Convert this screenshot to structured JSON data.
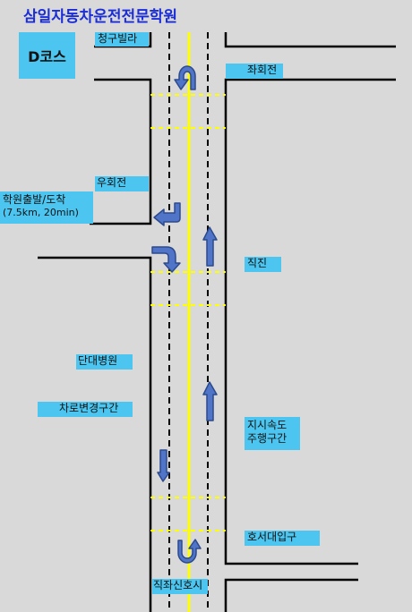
{
  "title": "삼일자동차운전전문학원",
  "course_badge": "D코스",
  "labels": {
    "cheonggu_villa": "청구빌라",
    "left_turn_before": "좌회전",
    "right_turn_before": "우회전",
    "academy_line1": "학원출발/도착",
    "academy_line2": "(7.5km, 20min)",
    "straight": "직진",
    "dandae_hospital": "단대병원",
    "lane_change": "차로변경구간",
    "speed_line1": "지시속도",
    "speed_line2": "주행구간",
    "hoseo_entrance": "호서대입구",
    "left_turn_signal": "직좌신호시"
  },
  "colors": {
    "background": "#d9d9d9",
    "label_fill": "#4cc6f0",
    "title": "#1a2dd6",
    "center_line": "#ffff00",
    "arrow_fill": "#4f74c8",
    "arrow_stroke": "#2c4a8c",
    "road_edge": "#000000"
  }
}
